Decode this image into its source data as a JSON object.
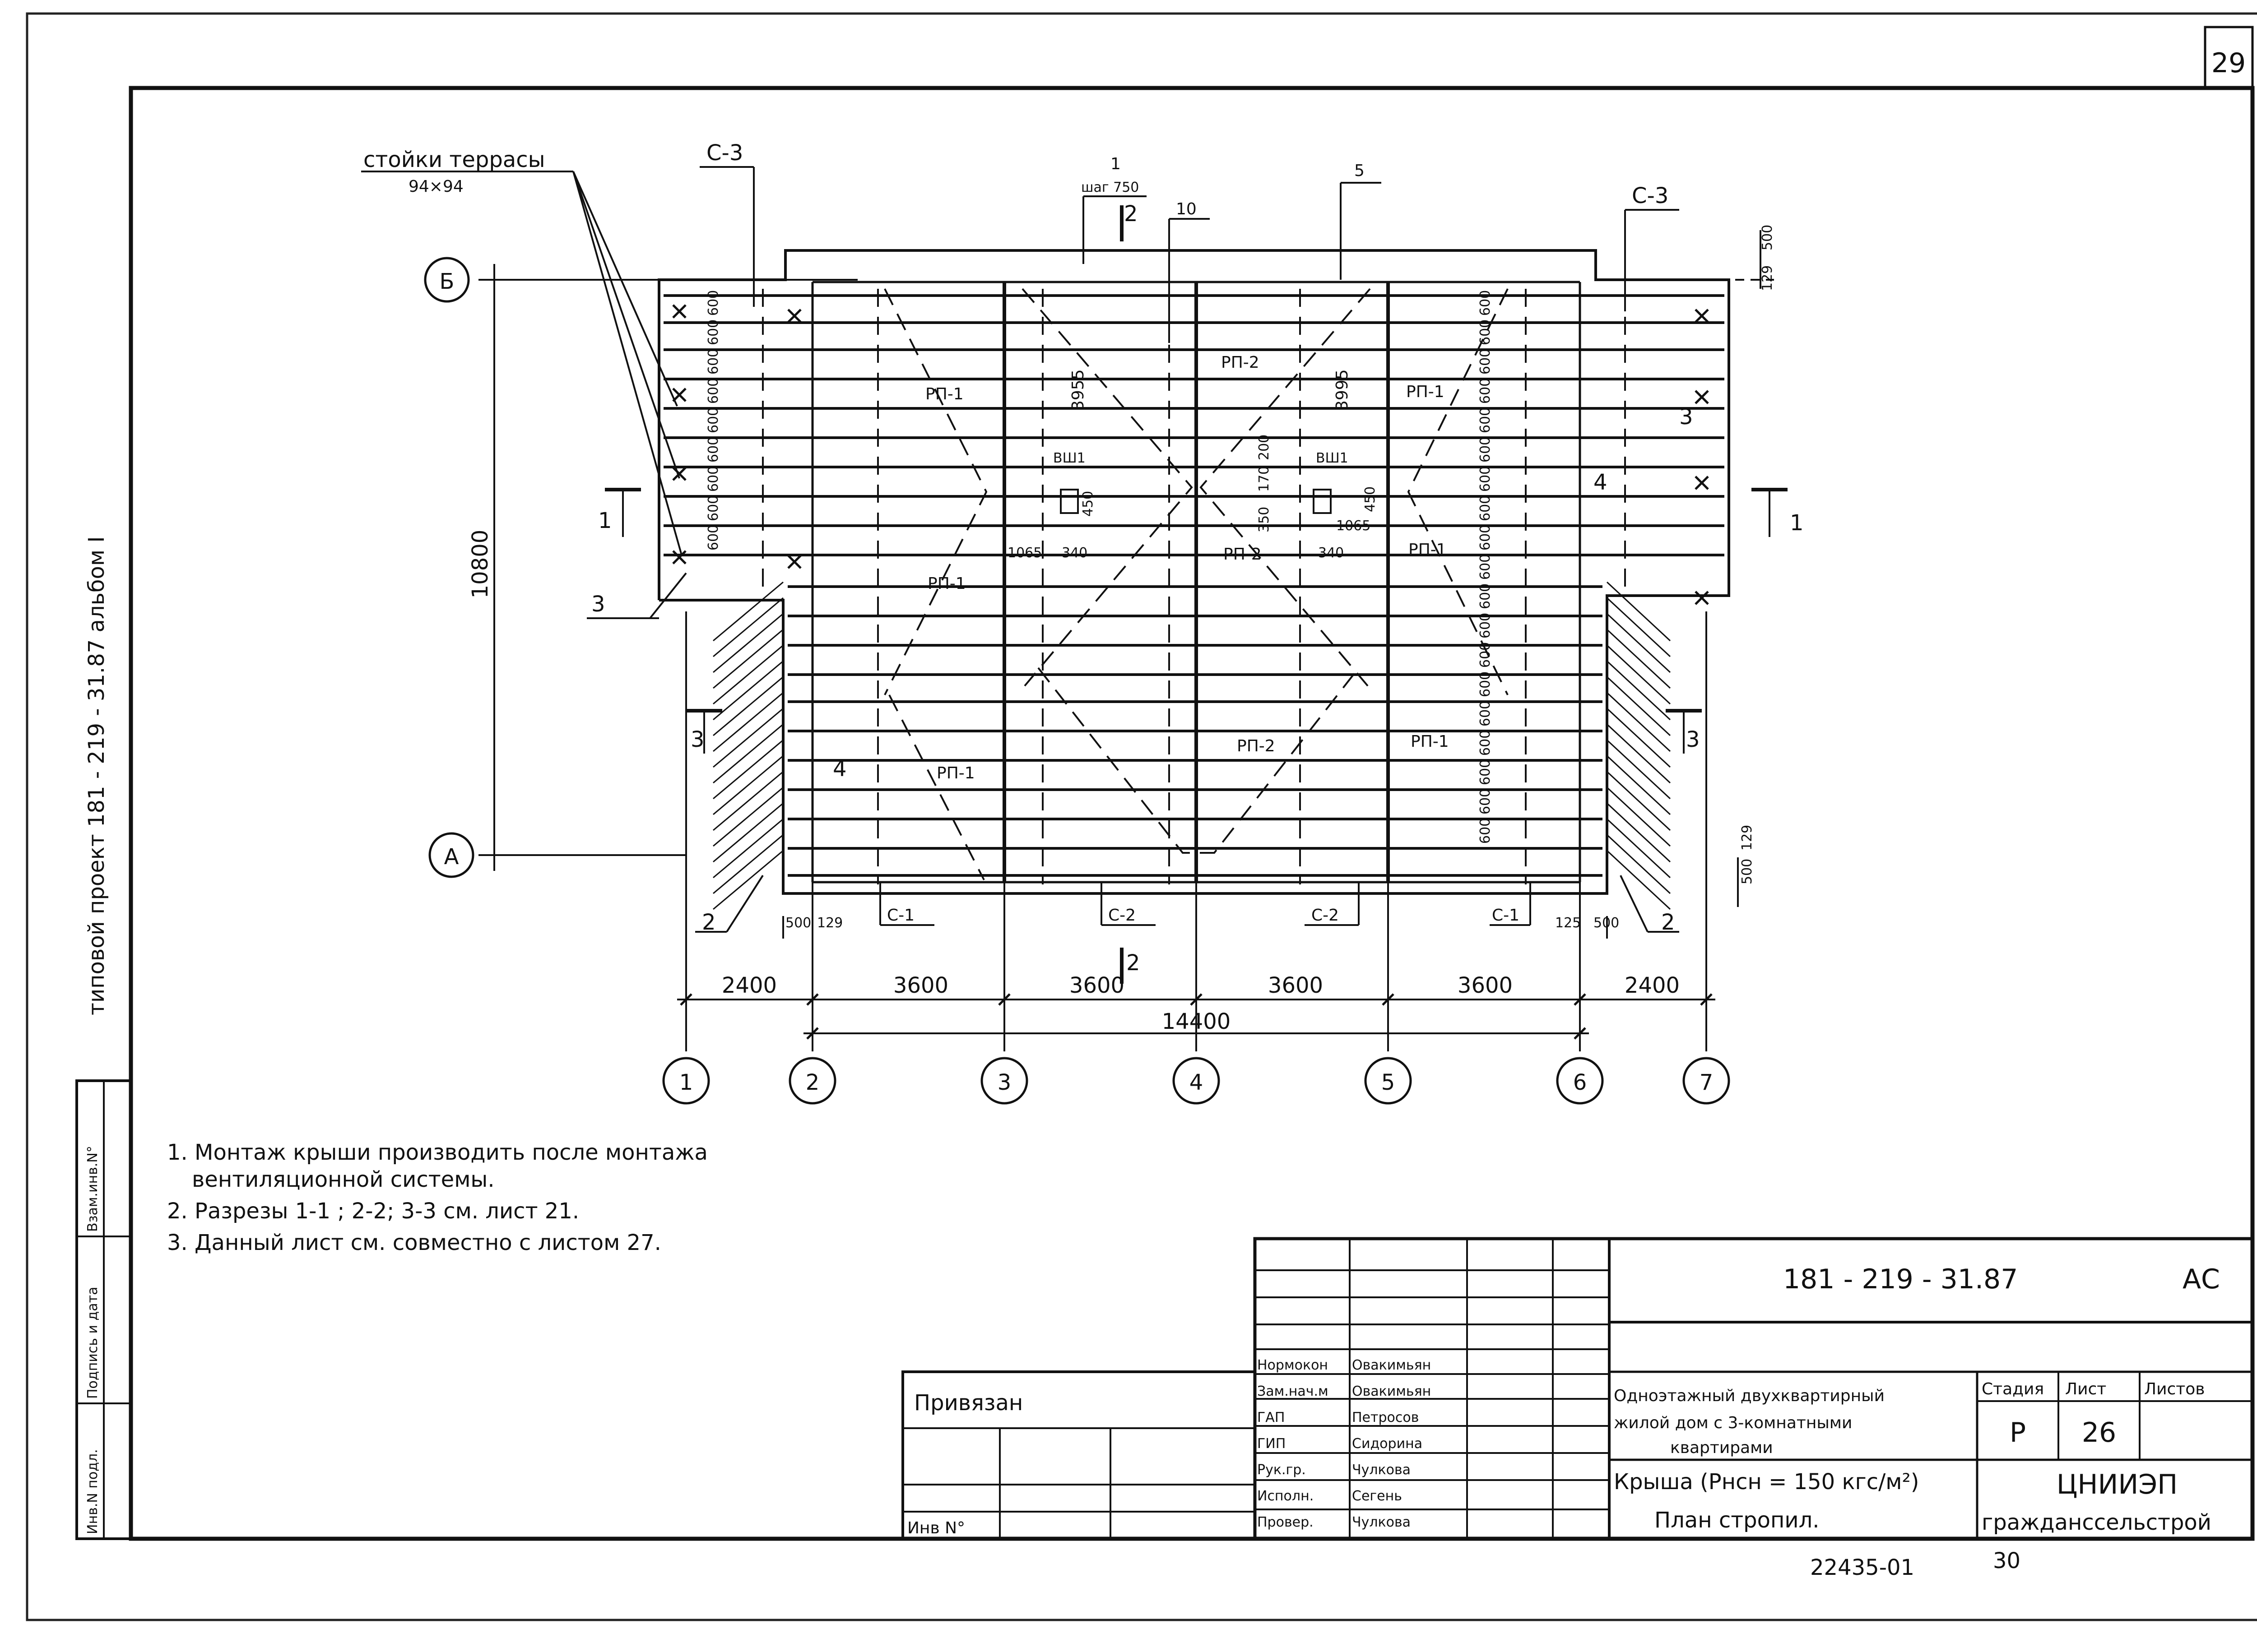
{
  "sheet": {
    "page_number": "29",
    "side_title": "типовой проект 181 - 219 - 31.87 альбом I",
    "bottom_code": "22435-01",
    "bottom_page": "30"
  },
  "labels": {
    "terrace_posts": "стойки террасы",
    "terrace_posts_size": "94×94",
    "step_top": "1",
    "step_text": "шаг 750",
    "section_2": "2",
    "section_1": "1",
    "section_3": "3",
    "ten": "10",
    "five": "5",
    "three_a": "3",
    "three_b": "3",
    "four_a": "4",
    "four_b": "4",
    "two_left": "2",
    "two_right": "2",
    "c3_left": "С-3",
    "c3_right": "С-3",
    "c1_left": "С-1",
    "c2_left": "С-2",
    "c2_right": "С-2",
    "c1_right": "С-1",
    "rp1": "РП-1",
    "rp2": "РП-2",
    "vsh1": "ВШ1",
    "d3955": "3955",
    "d3995": "3995",
    "d450": "450",
    "d1065": "1065",
    "d340": "340",
    "d350": "350",
    "d170": "170",
    "d200": "200",
    "d600": "600",
    "d129": "129",
    "d500": "500",
    "d125": "125",
    "d10800": "10800",
    "axis_b": "Б",
    "axis_a": "А"
  },
  "dims": {
    "bottom": [
      "2400",
      "3600",
      "3600",
      "3600",
      "3600",
      "2400"
    ],
    "total": "14400",
    "axes": [
      "1",
      "2",
      "3",
      "4",
      "5",
      "6",
      "7"
    ]
  },
  "notes": [
    "1. Монтаж крыши производить после монтажа",
    "вентиляционной системы.",
    "2. Разрезы 1-1 ; 2-2; 3-3 см. лист 21.",
    "3. Данный лист см. совместно с листом 27."
  ],
  "left_stamp": [
    "Инв.N подл.",
    "Подпись и дата",
    "Взам.инв.N°"
  ],
  "title_block": {
    "project_code": "181 - 219 - 31.87",
    "mark": "АС",
    "privyazan": "Привязан",
    "inv_no": "Инв N°",
    "roles": [
      "Нормокон",
      "Зам.нач.м",
      "ГАП",
      "ГИП",
      "Рук.гр.",
      "Исполн.",
      "Провер."
    ],
    "names": [
      "Овакимьян",
      "Овакимьян",
      "Петросов",
      "Сидорина",
      "Чулкова",
      "Сегень",
      "Чулкова"
    ],
    "building_1": "Одноэтажный двухквартирный",
    "building_2": "жилой дом с 3-комнатными",
    "building_3": "квартирами",
    "sheet_name_1": "Крыша (Pнсн = 150 кгс/м²)",
    "sheet_name_2": "План стропил.",
    "stage_label": "Стадия",
    "sheet_label": "Лист",
    "sheets_label": "Листов",
    "stage": "Р",
    "sheet": "26",
    "org_1": "ЦНИИЭП",
    "org_2": "гражданссельстрой"
  }
}
